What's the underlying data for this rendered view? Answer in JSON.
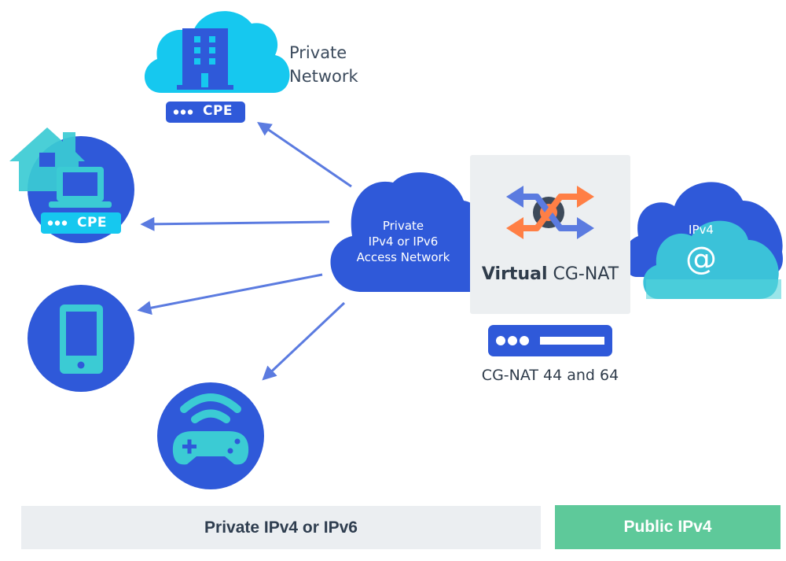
{
  "colors": {
    "primary_blue": "#2f59d9",
    "light_cyan": "#16c8ef",
    "teal": "#3bcbd4",
    "arrow": "#5b7be0",
    "orange": "#ff7f45",
    "public_green": "#5ec99a",
    "panel_grey": "#eceff1"
  },
  "private_network": {
    "label_line1": "Private",
    "label_line2": "Network",
    "icon": "office-building-icon",
    "cpe_label": "CPE"
  },
  "home": {
    "icon": "home-laptop-icon",
    "cpe_label": "CPE"
  },
  "devices": [
    {
      "name": "smartphone",
      "icon": "smartphone-icon"
    },
    {
      "name": "game-console",
      "icon": "gamepad-wifi-icon"
    }
  ],
  "access_network": {
    "line1": "Private",
    "line2": "IPv4 or IPv6",
    "line3": "Access Network"
  },
  "cgnat": {
    "title_bold": "Virtual",
    "title_rest": " CG-NAT",
    "icon": "crossing-arrows-icon",
    "server_icon": "server-icon",
    "subtitle": "CG-NAT 44 and 64"
  },
  "internet": {
    "label": "IPv4",
    "symbol": "@"
  },
  "footer": {
    "private_label": "Private IPv4 or IPv6",
    "public_label": "Public IPv4"
  }
}
